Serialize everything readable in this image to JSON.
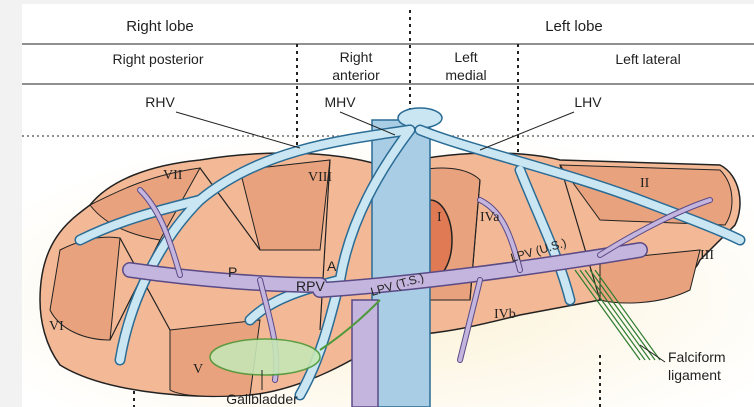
{
  "header": {
    "right_lobe": "Right lobe",
    "left_lobe": "Left lobe",
    "right_posterior": "Right posterior",
    "right_anterior_line1": "Right",
    "right_anterior_line2": "anterior",
    "left_medial_line1": "Left",
    "left_medial_line2": "medial",
    "left_lateral": "Left lateral"
  },
  "veins": {
    "rhv": "RHV",
    "mhv": "MHV",
    "lhv": "LHV"
  },
  "segments": {
    "vii": "VII",
    "viii": "VIII",
    "i": "I",
    "iva": "IVa",
    "ii": "II",
    "iii": "III",
    "vi": "VI",
    "v": "V",
    "ivb": "IVb"
  },
  "portal": {
    "p": "P",
    "a": "A",
    "rpv": "RPV",
    "lpv_ts": "LPV (T.S.)",
    "lpv_us": "LPV (U.S.)"
  },
  "structures": {
    "falciform_line1": "Falciform",
    "falciform_line2": "ligament",
    "gallbladder": "Gallbladder"
  },
  "colors": {
    "liver_fill": "#f3b996",
    "liver_face": "#e9a27e",
    "hepatic_vein": "#c9e6f2",
    "hepatic_vein_edge": "#2b6c95",
    "portal_vein": "#c3b5dd",
    "portal_edge": "#5a4a86",
    "gallbladder": "#7fc46b",
    "background_glow": "#fbf1d4"
  }
}
